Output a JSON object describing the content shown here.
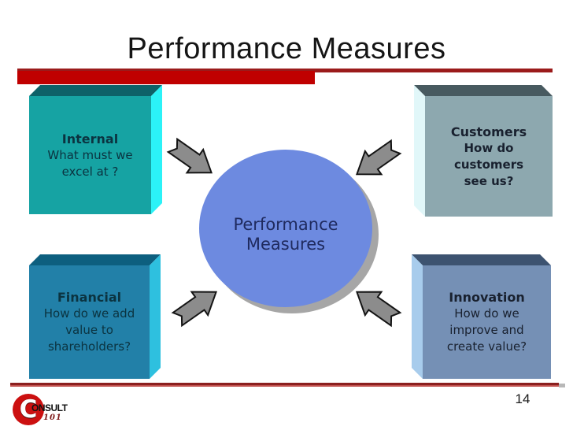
{
  "title": "Performance Measures",
  "page_number": "14",
  "logo": {
    "initial": "C",
    "name_rest": "ONSULT",
    "sub": "101"
  },
  "center": {
    "lines": [
      "Performance",
      "Measures"
    ],
    "fill": "#6D8AE0",
    "stroke": "#5E7CD0",
    "shadow": "#A6A6A6"
  },
  "boxes": {
    "internal": {
      "title": "Internal",
      "lines": [
        "What must we",
        "excel at ?"
      ],
      "front": "#16A3A3",
      "top": "#0E6168",
      "side": "#2BF2F7"
    },
    "customers": {
      "title": "Customers",
      "lines": [
        "How do",
        "customers",
        "see us?"
      ],
      "front": "#8DA8AF",
      "top": "#485A60",
      "side": "#E1F7F9"
    },
    "financial": {
      "title": "Financial",
      "lines": [
        "How do we add",
        "value to",
        "shareholders?"
      ],
      "front": "#2280A8",
      "top": "#0D5F7F",
      "side": "#2EC0DF"
    },
    "innovation": {
      "title": "Innovation",
      "lines": [
        "How do we",
        "improve and",
        "create value?"
      ],
      "front": "#7590B5",
      "top": "#3D5370",
      "side": "#A8CCEC"
    }
  },
  "palette": {
    "accent_bar": "#C00000",
    "accent_rule": "#9B1B1B",
    "footer_line_dark": "#8B2020",
    "footer_line_light": "#C0504D",
    "arrow_fill": "#8C8C8C",
    "arrow_stroke": "#141414",
    "title_color": "#151515",
    "logo_red": "#CC1010"
  }
}
